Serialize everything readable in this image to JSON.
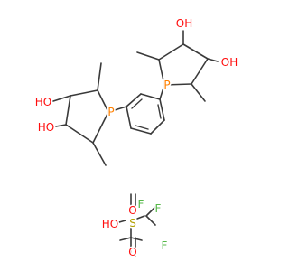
{
  "molecule": {
    "atom_labels": {
      "oh_top_right_a": "OH",
      "oh_top_right_b": "OH",
      "p_right": "P",
      "ho_left_a": "HO",
      "p_left": "P",
      "ho_left_b": "HO",
      "f_a": "F",
      "f_b": "F",
      "f_c": "F",
      "s": "S",
      "ho_triflate": "HO",
      "o_a": "O",
      "o_b": "O"
    },
    "colors": {
      "carbon_bond": "#3a3a3a",
      "oxygen": "#ff0d0d",
      "phosphorus": "#ff8000",
      "sulfur": "#b2a000",
      "fluorine": "#55b848"
    }
  }
}
